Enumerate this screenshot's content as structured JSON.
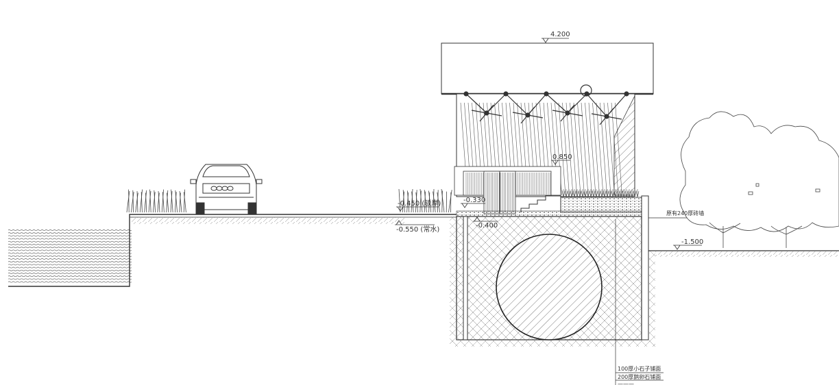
{
  "elevations": {
    "roof_top": "4.200",
    "interior": "0.850",
    "path_level": "-0.330",
    "pond_edge": "-0.450 (驳岸)",
    "water_level": "-0.550 (常水)",
    "base_level": "-0.400",
    "right_ground": "-1.500"
  },
  "notes": {
    "wall": "原有240厚砖墙",
    "layer1": "100厚小石子铺面",
    "layer2": "200厚鹅卵石铺面",
    "layer3": "———"
  },
  "colors": {
    "line": "#333333",
    "hatch": "#555555",
    "water": "#666666"
  },
  "icons": [
    "car-icon",
    "reed-grass-icon",
    "tree-icon",
    "stairs-icon"
  ]
}
